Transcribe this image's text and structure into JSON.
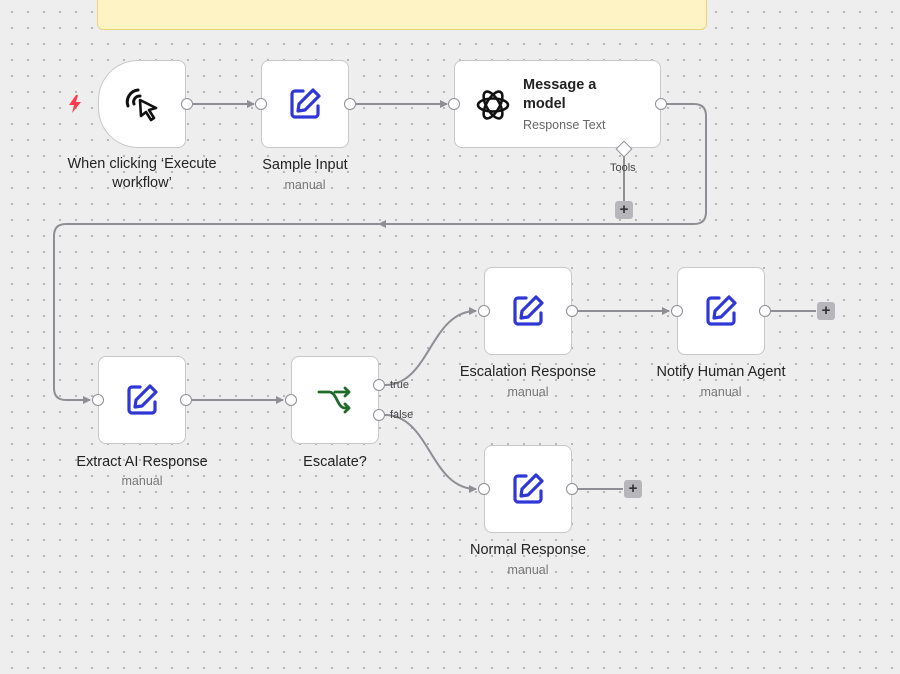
{
  "nodes": {
    "trigger": {
      "title": "When clicking ‘Execute workflow’",
      "icon": "cursor-click-icon"
    },
    "sample_input": {
      "title": "Sample Input",
      "subtitle": "manual",
      "icon": "edit-icon"
    },
    "message_model": {
      "title": "Message a model",
      "subtitle": "Response Text",
      "icon": "openai-icon",
      "tools_label": "Tools"
    },
    "extract": {
      "title": "Extract AI Response",
      "subtitle": "manual",
      "icon": "edit-icon"
    },
    "escalate": {
      "title": "Escalate?",
      "icon": "if-branch-icon",
      "true_label": "true",
      "false_label": "false"
    },
    "escalation": {
      "title": "Escalation Response",
      "subtitle": "manual",
      "icon": "edit-icon"
    },
    "notify": {
      "title": "Notify Human Agent",
      "subtitle": "manual",
      "icon": "edit-icon"
    },
    "normal": {
      "title": "Normal Response",
      "subtitle": "manual",
      "icon": "edit-icon"
    }
  },
  "add_button_label": "+",
  "colors": {
    "accent_blue": "#2f37d6",
    "branch_green": "#1f6b2a",
    "bolt_red": "#ff3b4a",
    "wire": "#8e8e94"
  }
}
